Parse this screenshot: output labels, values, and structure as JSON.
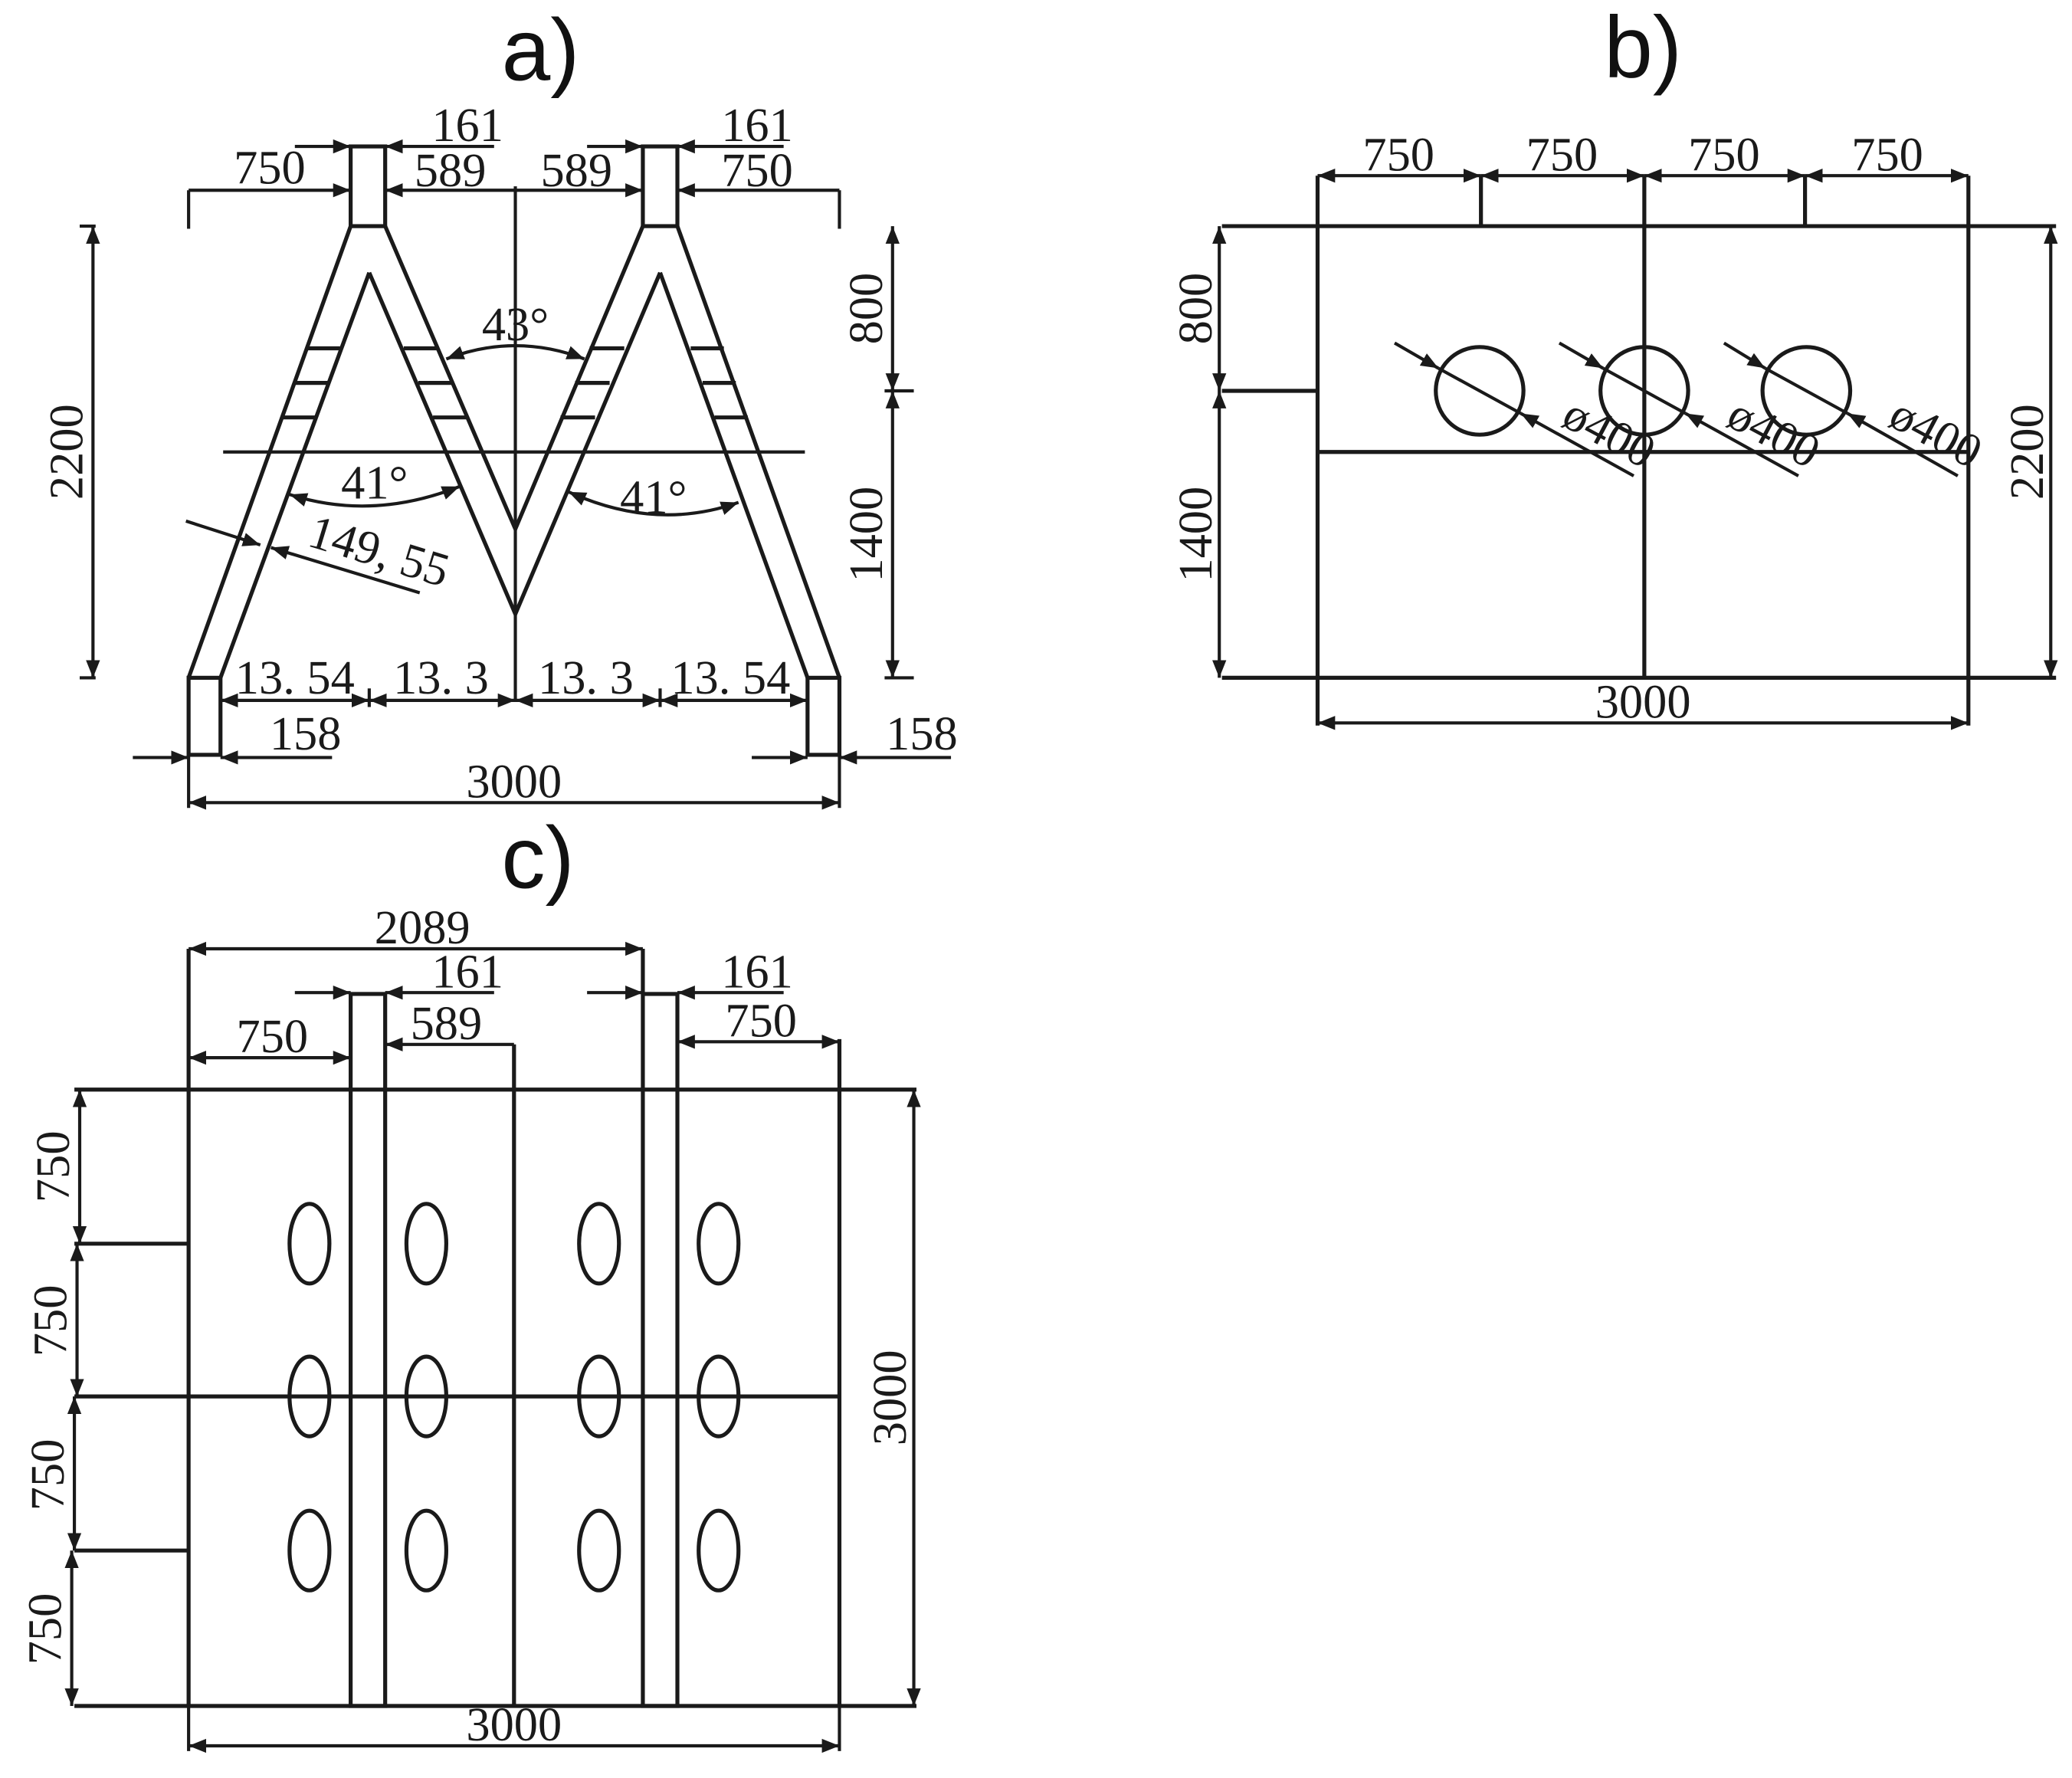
{
  "panels": {
    "a": {
      "title": "a)",
      "dims": {
        "top_161_left": "161",
        "top_161_right": "161",
        "top_750_left": "750",
        "top_589_left": "589",
        "top_589_right": "589",
        "top_750_right": "750",
        "height_2200": "2200",
        "height_800": "800",
        "height_1400": "1400",
        "angle_top": "43°",
        "angle_left": "41°",
        "angle_right": "41°",
        "leg_width": "149, 55",
        "base_1354_a": "13. 54",
        "base_133_a": "13. 3",
        "base_133_b": "13. 3",
        "base_1354_b": "13. 54",
        "foot_158_left": "158",
        "foot_158_right": "158",
        "width_3000": "3000"
      }
    },
    "b": {
      "title": "b)",
      "dims": {
        "top_750_1": "750",
        "top_750_2": "750",
        "top_750_3": "750",
        "top_750_4": "750",
        "left_800": "800",
        "left_1400": "1400",
        "right_2200": "2200",
        "hole_1": "ø400",
        "hole_2": "ø400",
        "hole_3": "ø400",
        "width_3000": "3000"
      }
    },
    "c": {
      "title": "c)",
      "dims": {
        "top_2089": "2089",
        "top_161_left": "161",
        "top_161_right": "161",
        "top_750_left": "750",
        "top_589": "589",
        "top_750_right": "750",
        "left_750_1": "750",
        "left_750_2": "750",
        "left_750_3": "750",
        "left_750_4": "750",
        "right_3000": "3000",
        "width_3000": "3000"
      }
    }
  }
}
